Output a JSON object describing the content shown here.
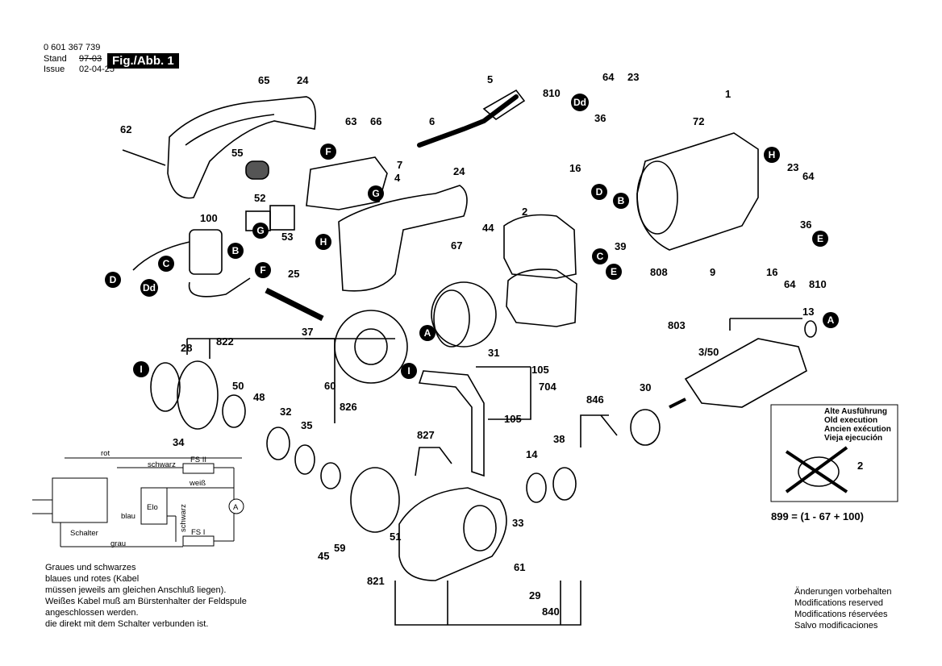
{
  "header": {
    "part_no": "0 601 367 739",
    "stand_label": "Stand",
    "stand_value": "97-03",
    "issue_label": "Issue",
    "issue_value": "02-04-25",
    "figure": "Fig./Abb. 1"
  },
  "numbers": [
    "65",
    "24",
    "62",
    "55",
    "63",
    "66",
    "7",
    "4",
    "5",
    "6",
    "810",
    "64",
    "23",
    "36",
    "16",
    "72",
    "1",
    "23",
    "64",
    "24",
    "52",
    "53",
    "100",
    "67",
    "44",
    "2",
    "39",
    "808",
    "9",
    "36",
    "16",
    "64",
    "810",
    "25",
    "37",
    "822",
    "28",
    "50",
    "48",
    "32",
    "35",
    "34",
    "60",
    "31",
    "803",
    "13",
    "3/50",
    "30",
    "826",
    "105",
    "704",
    "105",
    "846",
    "38",
    "14",
    "827",
    "33",
    "61",
    "51",
    "45",
    "59",
    "821",
    "29",
    "840",
    "2"
  ],
  "tags": [
    "F",
    "G",
    "H",
    "G",
    "B",
    "C",
    "F",
    "D",
    "Dd",
    "B",
    "D",
    "C",
    "E",
    "Dd",
    "H",
    "E",
    "A",
    "I",
    "I",
    "A"
  ],
  "wiring": {
    "rot": "rot",
    "schwarz": "schwarz",
    "fs2": "FS II",
    "weiss": "weiß",
    "elo": "Elo",
    "blau": "blau",
    "schwarz_v": "schwarz",
    "schalter": "Schalter",
    "grau": "grau",
    "fs1": "FS I",
    "motor": "A"
  },
  "old_exec": {
    "de": "Alte Ausführung",
    "en": "Old execution",
    "fr": "Ancien exécution",
    "es": "Vieja ejecución"
  },
  "formula": "899 = (1 - 67 + 100)",
  "note_left": [
    "Graues und schwarzes",
    "blaues und rotes (Kabel",
    "müssen jeweils am gleichen Anschluß liegen).",
    "Weißes Kabel muß am Bürstenhalter der Feldspule",
    "angeschlossen werden.",
    "die direkt mit dem Schalter verbunden ist."
  ],
  "note_right": [
    "Änderungen vorbehalten",
    "Modifications reserved",
    "Modifications réservées",
    "Salvo modificaciones"
  ]
}
